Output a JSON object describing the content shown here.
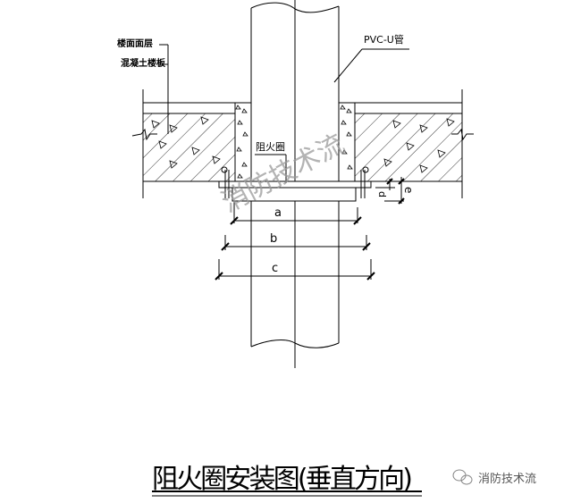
{
  "labels": {
    "floor_finish": "楼面面层",
    "concrete_slab": "混凝土楼板",
    "pipe": "PVC-U管",
    "fire_collar": "阻火圈",
    "dim_a": "a",
    "dim_b": "b",
    "dim_c": "c",
    "dim_d": "d",
    "dim_e": "e"
  },
  "title": "阻火圈安装图(垂直方向)",
  "watermark": "消防技术流",
  "brand": "消防技术流",
  "colors": {
    "line": "#000000",
    "watermark": "#9a9a9a"
  }
}
